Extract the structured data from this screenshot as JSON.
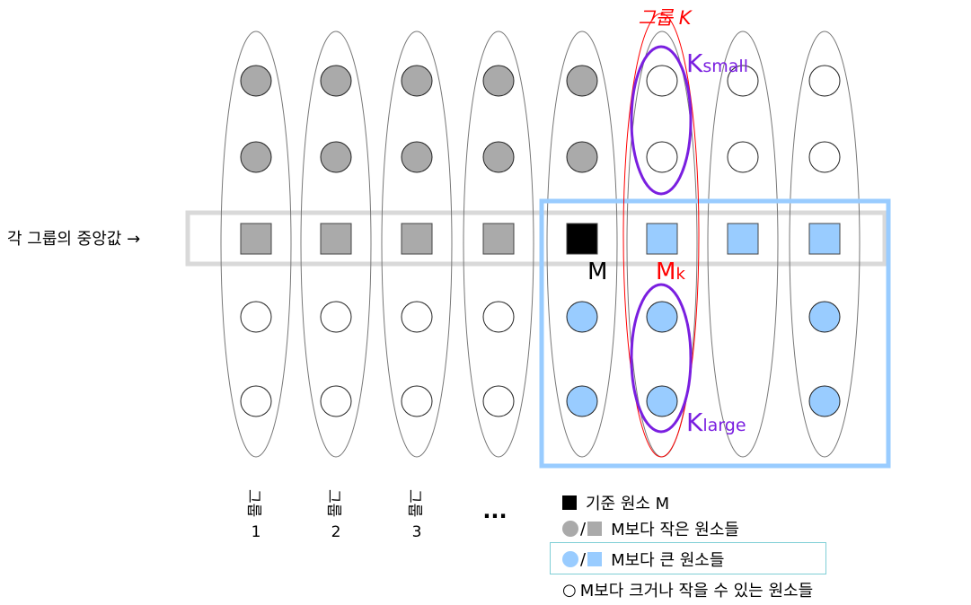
{
  "title_group_k": "그룹 K",
  "label_k_small": {
    "main": "K",
    "sub": "small"
  },
  "label_k_large": {
    "main": "K",
    "sub": "large"
  },
  "label_m": "M",
  "label_mk": {
    "main": "M",
    "sub": "k"
  },
  "row_label": "각 그룹의 중앙값 →",
  "group_labels": [
    {
      "word": "그룹",
      "num": "1"
    },
    {
      "word": "그룹",
      "num": "2"
    },
    {
      "word": "그룹",
      "num": "3"
    }
  ],
  "ellipsis": "...",
  "legend": [
    {
      "text": "기준 원소 M"
    },
    {
      "text": "M보다 작은 원소들"
    },
    {
      "text": "M보다 큰 원소들"
    },
    {
      "text": "M보다 크거나 작을 수 있는 원소들"
    }
  ],
  "legend_separator": "/",
  "legend_open_circle": "○",
  "colors": {
    "gray_fill": "#aaaaaa",
    "blue_fill": "#99ccff",
    "black_fill": "#000000",
    "white_fill": "#ffffff",
    "group_k_outline": "#ff0000",
    "k_outline": "#7a1fe0",
    "blue_box": "#99ccff",
    "median_row_box": "#d9d9d9"
  },
  "columns": [
    {
      "cells": [
        "gray",
        "gray",
        "gray-square",
        "white",
        "white"
      ]
    },
    {
      "cells": [
        "gray",
        "gray",
        "gray-square",
        "white",
        "white"
      ]
    },
    {
      "cells": [
        "gray",
        "gray",
        "gray-square",
        "white",
        "white"
      ]
    },
    {
      "cells": [
        "gray",
        "gray",
        "gray-square",
        "white",
        "white"
      ]
    },
    {
      "cells": [
        "gray",
        "gray",
        "black-square",
        "blue",
        "blue"
      ]
    },
    {
      "cells": [
        "white",
        "white",
        "blue-square",
        "blue",
        "blue"
      ]
    },
    {
      "cells": [
        "white",
        "white",
        "blue-square",
        "none",
        "none"
      ]
    },
    {
      "cells": [
        "white",
        "white",
        "blue-square",
        "blue",
        "blue"
      ]
    }
  ]
}
